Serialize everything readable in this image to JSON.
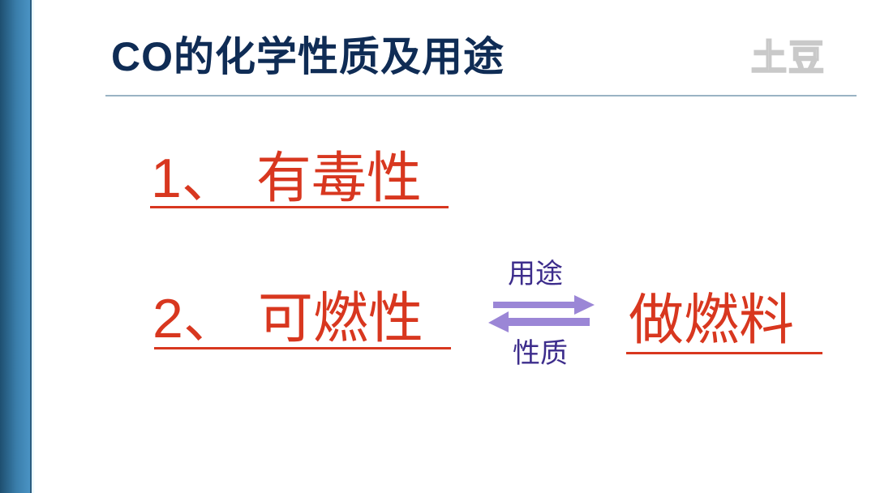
{
  "slide": {
    "title": "CO的化学性质及用途",
    "watermark": "土豆",
    "items": [
      {
        "number": "1、",
        "text": "有毒性"
      },
      {
        "number": "2、",
        "text": "可燃性"
      }
    ],
    "relation": {
      "top_label": "用途",
      "bottom_label": "性质",
      "target": "做燃料"
    }
  },
  "colors": {
    "title": "#0f2c55",
    "item_red": "#d8371f",
    "relation_label": "#3d2d8c",
    "arrow": "#9b86d6",
    "sidebar": "#3a7eab"
  }
}
